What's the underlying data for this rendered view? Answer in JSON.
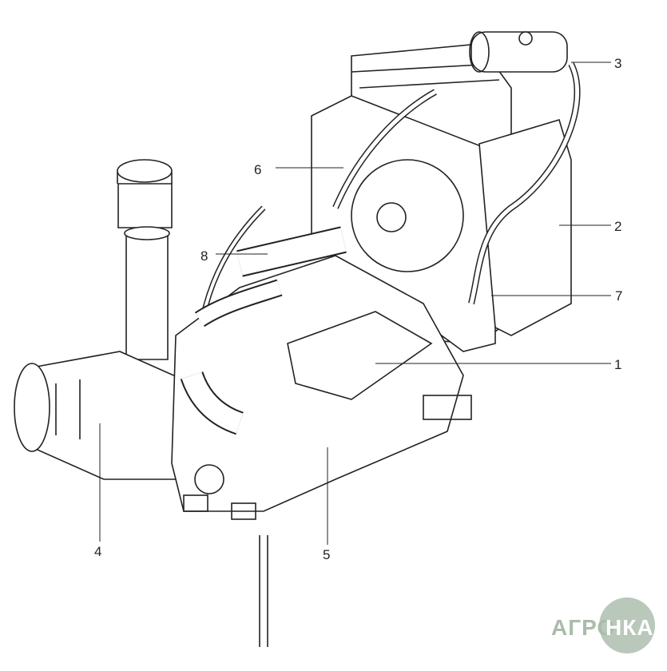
{
  "diagram": {
    "subject": "engine-assembly",
    "callouts": [
      "1",
      "2",
      "3",
      "4",
      "5",
      "6",
      "7",
      "8"
    ]
  },
  "logo": {
    "part1": "АГРО",
    "part2": "НКА"
  },
  "colors": {
    "line": "#222222",
    "logo": "#b9c8bb"
  }
}
